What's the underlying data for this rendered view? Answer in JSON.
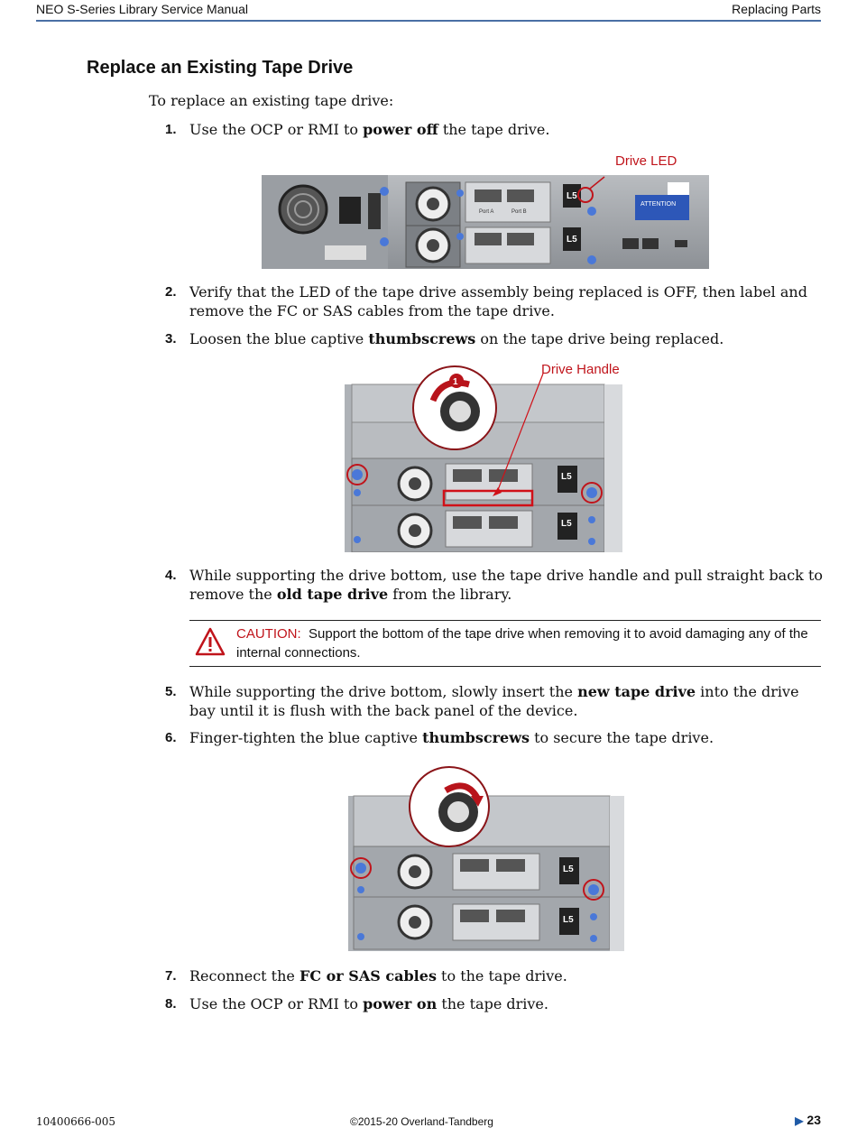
{
  "header": {
    "title": "NEO S-Series Library Service Manual",
    "section": "Replacing Parts"
  },
  "heading": "Replace an Existing Tape Drive",
  "intro": "To replace an existing tape drive:",
  "steps": [
    {
      "num": "1.",
      "parts": [
        "Use the OCP or RMI to ",
        "power off",
        " the tape drive."
      ]
    },
    {
      "num": "2.",
      "text": "Verify that the LED of the tape drive assembly being replaced is OFF, then label and remove the FC or SAS cables from the tape drive."
    },
    {
      "num": "3.",
      "parts": [
        "Loosen the blue captive ",
        "thumbscrews",
        " on the tape drive being replaced."
      ]
    },
    {
      "num": "4.",
      "parts": [
        "While supporting the drive bottom, use the tape drive handle and pull straight back to remove the ",
        "old tape drive",
        " from the library."
      ]
    },
    {
      "num": "5.",
      "parts": [
        "While supporting the drive bottom, slowly insert the ",
        "new tape drive",
        " into the drive bay until it is flush with the back panel of the device."
      ]
    },
    {
      "num": "6.",
      "parts": [
        "Finger-tighten the blue captive ",
        "thumbscrews",
        " to secure the tape drive."
      ]
    },
    {
      "num": "7.",
      "parts": [
        "Reconnect the ",
        "FC or SAS cables",
        " to the tape drive."
      ]
    },
    {
      "num": "8.",
      "parts": [
        "Use the OCP or RMI to ",
        "power on",
        " the tape drive."
      ]
    }
  ],
  "figures": {
    "fig1": {
      "callout": "Drive LED",
      "label_l5": "L5",
      "port_a": "Port A",
      "port_b": "Port B",
      "attention": "ATTENTION"
    },
    "fig2": {
      "callout": "Drive Handle",
      "badge": "1",
      "label_l5": "L5"
    },
    "fig3": {
      "label_l5": "L5"
    }
  },
  "caution": {
    "label": "CAUTION:",
    "text": "Support the bottom of the tape drive when removing it to avoid damaging any of the internal connections."
  },
  "footer": {
    "doc_number": "10400666-005",
    "copyright": "©2015-20 Overland-Tandberg",
    "page": "23"
  },
  "colors": {
    "accent": "#c0141b",
    "rule": "#4a6fa5",
    "screw": "#4a78d8"
  }
}
